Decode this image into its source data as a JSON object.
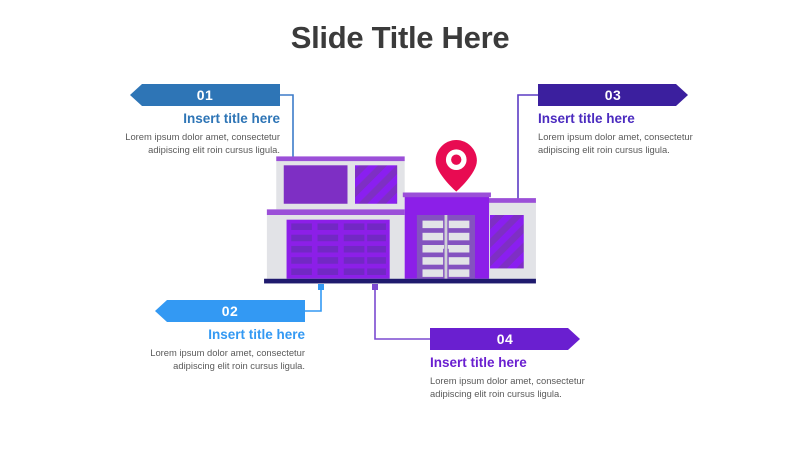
{
  "slide": {
    "title": "Slide Title Here",
    "background": "#ffffff"
  },
  "callouts": [
    {
      "number": "01",
      "title": "Insert title here",
      "body": "Lorem ipsum dolor amet, consectetur\nadipiscing elit roin cursus ligula.",
      "color": "#2e75b6",
      "title_color": "#2e75b6",
      "arrow": "left",
      "align": "right"
    },
    {
      "number": "02",
      "title": "Insert title here",
      "body": "Lorem ipsum dolor amet, consectetur\nadipiscing elit roin cursus ligula.",
      "color": "#3399f3",
      "title_color": "#3399f3",
      "arrow": "left",
      "align": "right"
    },
    {
      "number": "03",
      "title": "Insert title here",
      "body": "Lorem ipsum dolor amet, consectetur\nadipiscing elit roin cursus ligula.",
      "color": "#3b1f9e",
      "title_color": "#4b2bbf",
      "arrow": "right",
      "align": "left"
    },
    {
      "number": "04",
      "title": "Insert title here",
      "body": "Lorem ipsum dolor amet, consectetur\nadipiscing elit roin cursus ligula.",
      "color": "#6a1fd0",
      "title_color": "#6a1fd0",
      "arrow": "right",
      "align": "left"
    }
  ],
  "connectors": [
    {
      "name": "connector-01",
      "color": "#3d7cc9",
      "from": "callout-01",
      "to": "building-upper-roof"
    },
    {
      "name": "connector-02",
      "color": "#3399f3",
      "from": "callout-02",
      "to": "building-ground-left"
    },
    {
      "name": "connector-03",
      "color": "#5b3bc4",
      "from": "callout-03",
      "to": "building-right-wing-roof"
    },
    {
      "name": "connector-04",
      "color": "#7b4ad0",
      "from": "callout-04",
      "to": "building-ground-center"
    }
  ],
  "illustration": {
    "name": "modern-house",
    "palette": {
      "wall_light": "#e2e3e7",
      "wall_purple": "#8c1fe8",
      "window_solid": "#7e2fc4",
      "window_stripe_light": "#8a1ff0",
      "trim_purple": "#9b4fd8",
      "door_panel": "#e2e3e7",
      "ground": "#1f1a6e",
      "pin_color": "#e80b52",
      "pin_inner": "#ffffff"
    },
    "parts": [
      "upper-floor",
      "upper-window-solid",
      "upper-window-striped",
      "garage-door",
      "entrance-double-door",
      "right-wing",
      "right-wing-window-striped",
      "ground-line",
      "location-pin"
    ],
    "garage_grid": {
      "columns": 4,
      "rows": 5
    },
    "door_panels_per_leaf": 5
  }
}
